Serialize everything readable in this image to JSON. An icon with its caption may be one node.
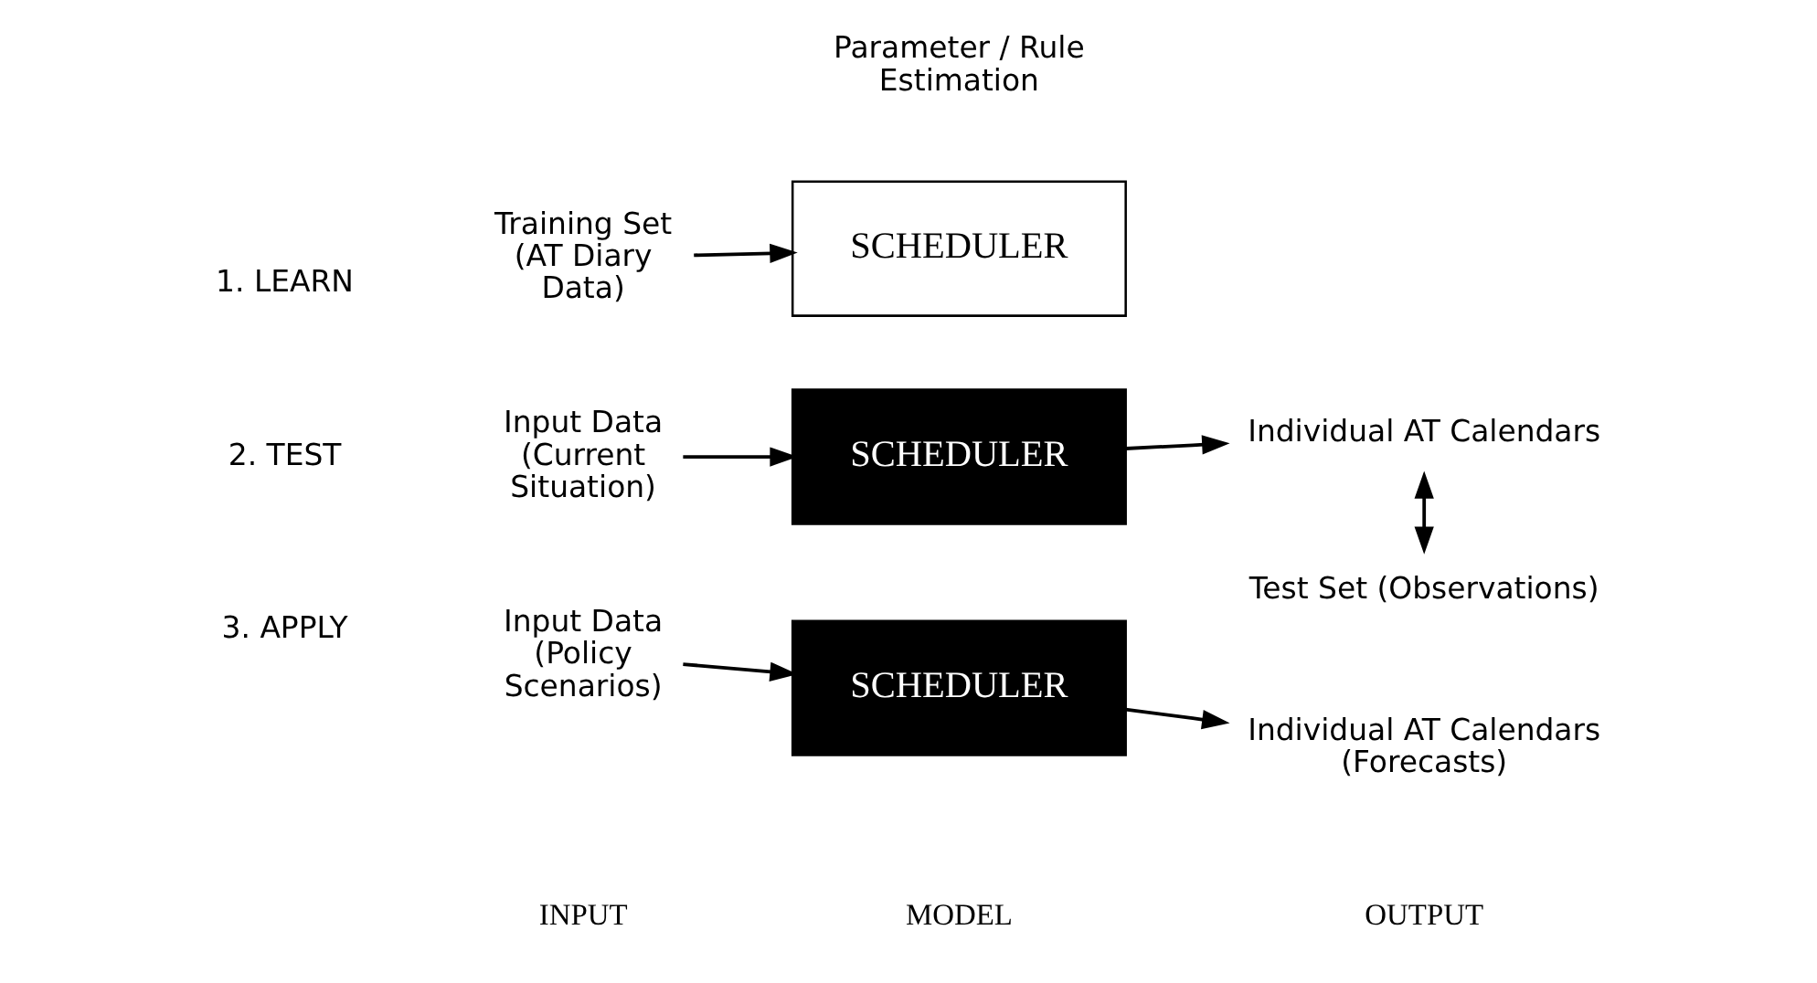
{
  "diagram": {
    "nodes": [
      {
        "text": [
          "Training Set (AT Diary Data)"
        ]
      },
      {
        "text": [
          "SCHEDULER"
        ],
        "beside": [
          "Parameter / Rule Estimation"
        ]
      },
      {
        "text": [
          "Input Data (Current Situation)"
        ]
      },
      {
        "text": [
          "SCHEDULER"
        ]
      },
      {
        "text": [
          "Individual AT Calendars"
        ]
      },
      {
        "text": [
          "Test Set (Observations)"
        ]
      },
      {
        "text": [
          "Input Data (Policy Scenarios)"
        ]
      },
      {
        "text": [
          "SCHEDULER"
        ]
      },
      {
        "text": [
          "Individual AT Calendars (Forecasts)"
        ]
      }
    ],
    "edges": [
      {
        "from": 0,
        "to": 1,
        "arrow": "to"
      },
      {
        "from": 2,
        "to": 3,
        "arrow": "to"
      },
      {
        "from": 3,
        "to": 4,
        "arrow": "to"
      },
      {
        "from": 4,
        "to": 5,
        "arrow": "both"
      },
      {
        "from": 6,
        "to": 7,
        "arrow": "to"
      },
      {
        "from": 7,
        "to": 8,
        "arrow": "to"
      }
    ],
    "labels": [
      "INPUT",
      "MODEL",
      "OUTPUT",
      "1. LEARN",
      "2. TEST",
      "3. APPLY"
    ]
  }
}
